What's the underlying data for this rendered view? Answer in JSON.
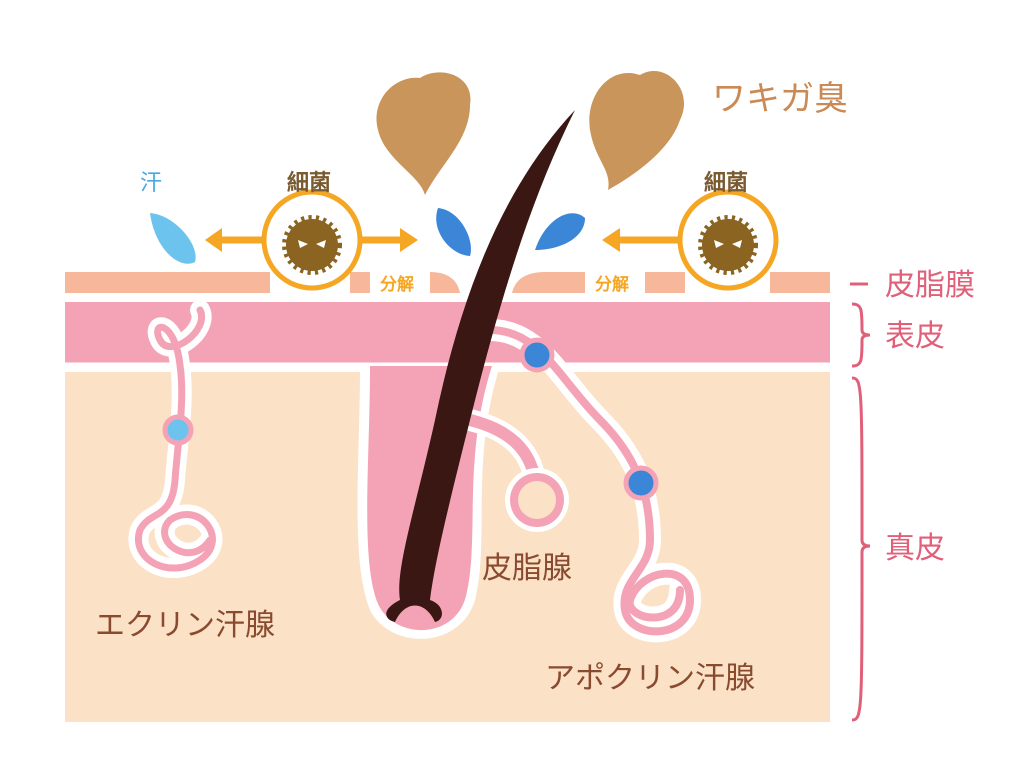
{
  "title": "ワキガ臭",
  "labels": {
    "odor": "ワキガ臭",
    "sweat": "汗",
    "bacteria_left": "細菌",
    "bacteria_right": "細菌",
    "decompose_left": "分解",
    "decompose_right": "分解",
    "sebum_film": "皮脂膜",
    "epidermis": "表皮",
    "dermis": "真皮",
    "sebaceous_gland": "皮脂腺",
    "eccrine_gland": "エクリン汗腺",
    "apocrine_gland": "アポクリン汗腺"
  },
  "colors": {
    "sebum_film": "#f7b79a",
    "epidermis": "#f4a3b6",
    "dermis": "#fbe1c6",
    "hair": "#3a1712",
    "odor": "#c9955a",
    "bacteria": "#8a6420",
    "arrow": "#f5a623",
    "sweat_light": "#6cc4ee",
    "sweat_dark": "#3b86d6"
  }
}
